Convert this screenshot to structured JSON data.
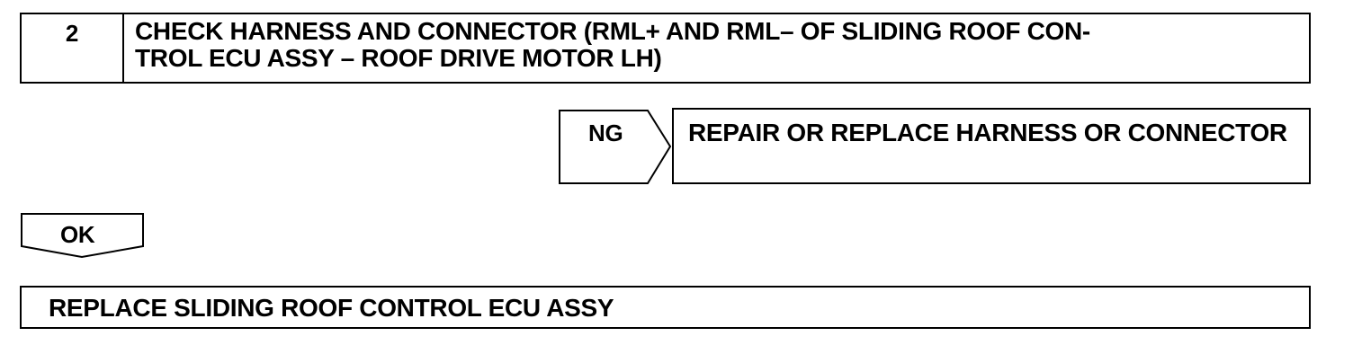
{
  "step": {
    "number": "2",
    "title_line1": "CHECK HARNESS AND CONNECTOR (RML+ AND RML– OF SLIDING ROOF CON-",
    "title_line2": "TROL ECU ASSY – ROOF DRIVE MOTOR LH)"
  },
  "ng_branch": {
    "label": "NG",
    "result": "REPAIR OR REPLACE HARNESS OR CONNECTOR"
  },
  "ok_branch": {
    "label": "OK"
  },
  "final_action": {
    "text": "REPLACE SLIDING ROOF CONTROL ECU ASSY"
  }
}
